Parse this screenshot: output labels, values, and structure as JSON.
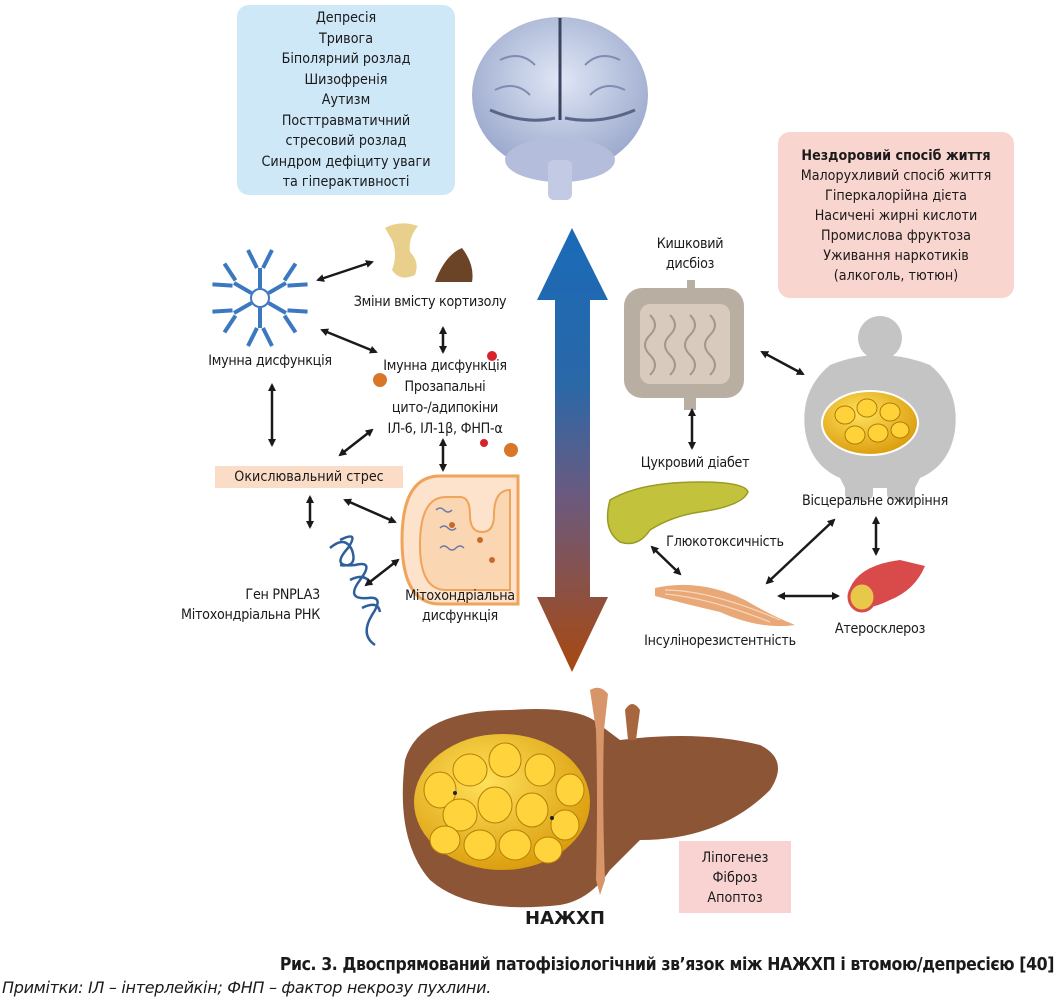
{
  "colors": {
    "blue_box": "#cfe8f8",
    "pink_box": "#f9d5cf",
    "oxidative_tag": "#fbdcc7",
    "liver_box": "#f8d3d1",
    "arrow_top": "#1e6fb8",
    "arrow_bottom": "#a84a14",
    "liver": "#8a5535",
    "fat": "#f1b81c"
  },
  "brain_disorders": {
    "items": [
      "Депресія",
      "Тривога",
      "Біполярний розлад",
      "Шизофренія",
      "Аутизм",
      "Посттравматичний",
      "стресовий розлад",
      "Синдром дефіциту уваги",
      "та гіперактивності"
    ]
  },
  "lifestyle": {
    "title": "Нездоровий спосіб життя",
    "items": [
      "Малорухливий спосіб життя",
      "Гіперкалорійна дієта",
      "Насичені жирні кислоти",
      "Промислова фруктоза",
      "Уживання наркотиків",
      "(алкоголь, тютюн)"
    ]
  },
  "left_labels": {
    "cortisol": "Зміни вмісту кортизолу",
    "immune_left": "Імунна дисфункція",
    "immune_center": [
      "Імунна дисфункція",
      "Прозапальні",
      "цито-/адипокіни",
      "ІЛ-6, ІЛ-1β, ФНП-α"
    ],
    "oxidative": "Окислювальний стрес",
    "gene": [
      "Ген PNPLA3",
      "Мітохондріальна РНК"
    ],
    "mito": [
      "Мітохондріальна",
      "дисфункція"
    ]
  },
  "right_labels": {
    "gut": [
      "Кишковий",
      "дисбіоз"
    ],
    "diabetes": "Цукровий діабет",
    "visceral": "Вісцеральне ожиріння",
    "glucotox": "Глюкотоксичність",
    "insulin": "Інсулінорезистентність",
    "athero": "Атеросклероз"
  },
  "liver": {
    "label": "НАЖХП",
    "effects": [
      "Ліпогенез",
      "Фіброз",
      "Апоптоз"
    ]
  },
  "caption": {
    "title": "Рис. 3. Двоспрямований патофізіологічний зв’язок між НАЖХП і втомою/депресією [40]",
    "note": "Примітки: ІЛ – інтерлейкін; ФНП – фактор некрозу пухлини."
  }
}
